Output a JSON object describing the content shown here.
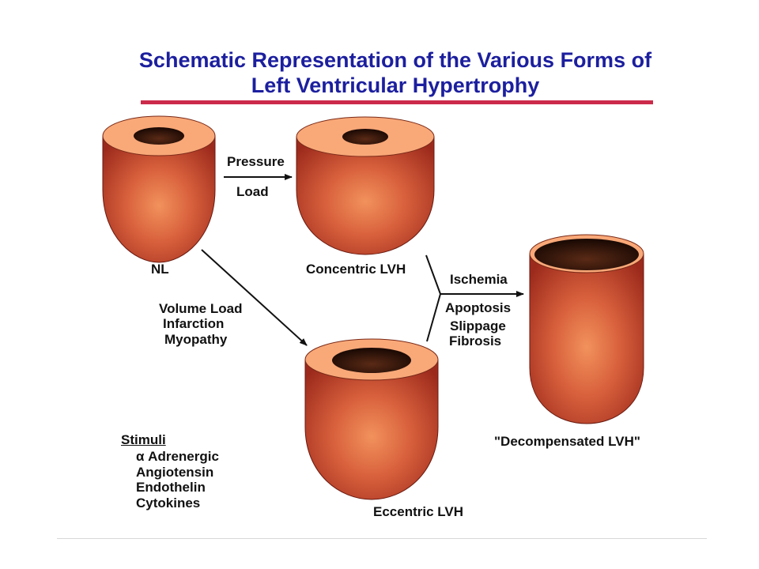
{
  "title": {
    "line1": "Schematic Representation of the Various Forms of",
    "line2": "Left Ventricular Hypertrophy"
  },
  "colors": {
    "title": "#1c1f9e",
    "title_rule": "#cc2a4a",
    "heart_wall": "#b53526",
    "heart_highlight": "#f2925c",
    "ring_top": "#f9a878",
    "cavity": "#2a1208",
    "footer_rule": "#d8d8d8"
  },
  "hearts": {
    "normal": "NL",
    "concentric": "Concentric LVH",
    "eccentric": "Eccentric LVH",
    "decompensated": "\"Decompensated LVH\""
  },
  "arrows": {
    "pressure": {
      "line1": "Pressure",
      "line2": "Load"
    },
    "volume": {
      "line1": "Volume Load",
      "line2": "Infarction",
      "line3": "Myopathy"
    },
    "ischemia": {
      "above": "Ischemia",
      "line1": "Apoptosis",
      "line2": "Slippage",
      "line3": "Fibrosis"
    }
  },
  "stimuli": {
    "heading": "Stimuli",
    "items": [
      "α Adrenergic",
      "Angiotensin",
      "Endothelin",
      "Cytokines"
    ]
  }
}
